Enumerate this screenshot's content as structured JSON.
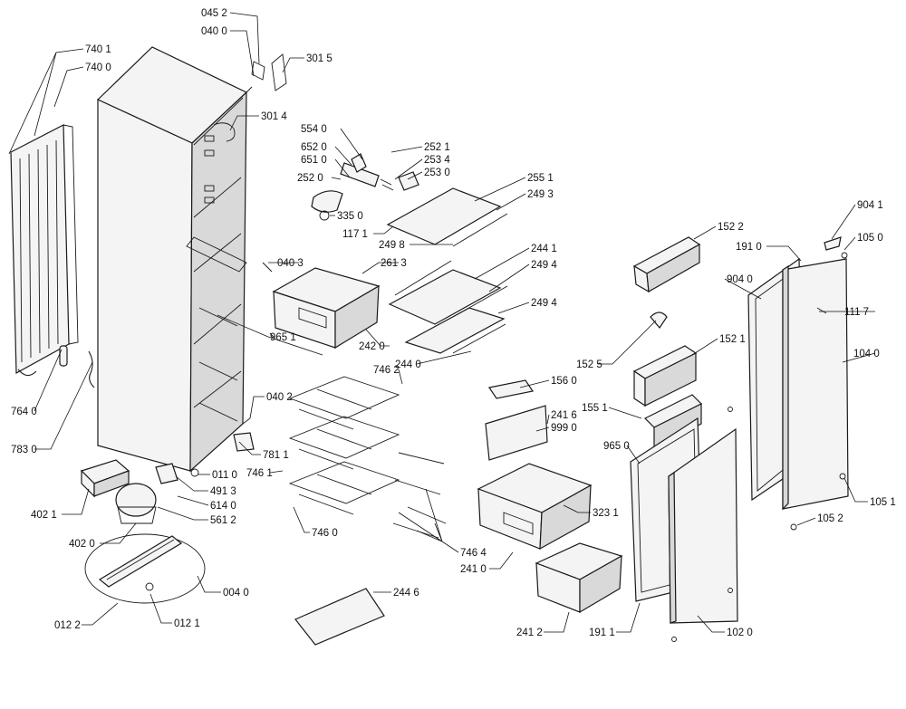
{
  "diagram": {
    "labels": {
      "l0452": "045 2",
      "l0400": "040 0",
      "l3015": "301 5",
      "l7401": "740 1",
      "l7400": "740 0",
      "l3014": "301 4",
      "l5540": "554 0",
      "l6520": "652 0",
      "l6510": "651 0",
      "l2521": "252 1",
      "l2534": "253 4",
      "l2530": "253 0",
      "l2520": "252 0",
      "l3350": "335 0",
      "l2551": "255 1",
      "l2493": "249 3",
      "l1171": "117 1",
      "l2498": "249 8",
      "l9041": "904 1",
      "l1050": "105 0",
      "l1522": "152 2",
      "l1910": "191 0",
      "l0403": "040 3",
      "l2613": "261 3",
      "l2441": "244 1",
      "l2494a": "249 4",
      "l9040": "904 0",
      "l1117": "111 7",
      "l2494b": "249 4",
      "l2420": "242 0",
      "l9651": "965 1",
      "l2440": "244 0",
      "l1525": "152 5",
      "l1521": "152 1",
      "l1040": "104 0",
      "l7462": "746 2",
      "l1560": "156 0",
      "l0402": "040 2",
      "l7640": "764 0",
      "l2416": "241 6",
      "l9990": "999 0",
      "l1551": "155 1",
      "l7830": "783 0",
      "l7811": "781 1",
      "l9650": "965 0",
      "l0110": "011 0",
      "l7461": "746 1",
      "l4913": "491 3",
      "l6140": "614 0",
      "l5612": "561 2",
      "l4021": "402 1",
      "l1051": "105 1",
      "l3231": "323 1",
      "l1052": "105 2",
      "l7460": "746 0",
      "l4020": "402 0",
      "l7464": "746 4",
      "l2410": "241 0",
      "l0040": "004 0",
      "l2446": "244 6",
      "l0122": "012 2",
      "l0121": "012 1",
      "l2412": "241 2",
      "l1911": "191 1",
      "l1020": "102 0"
    }
  }
}
